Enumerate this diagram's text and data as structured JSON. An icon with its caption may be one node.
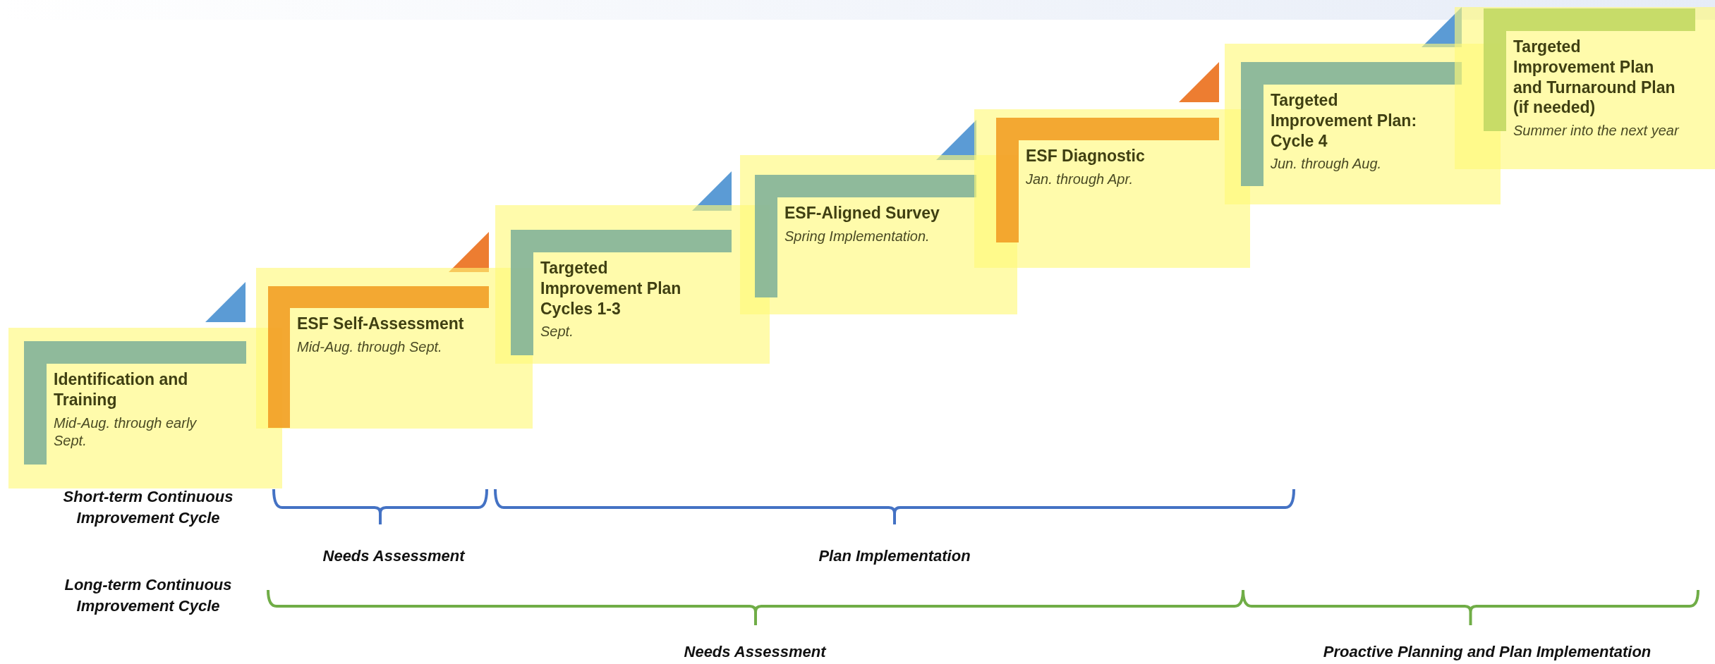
{
  "diagram": {
    "nodes": [
      {
        "text": [
          "Identification and Training",
          "Mid-Aug. through early Sept."
        ]
      },
      {
        "text": [
          "ESF Self-Assessment",
          "Mid-Aug. through Sept."
        ]
      },
      {
        "text": [
          "Targeted Improvement Plan Cycles 1-3",
          "Sept."
        ]
      },
      {
        "text": [
          "ESF-Aligned Survey",
          "Spring Implementation."
        ]
      },
      {
        "text": [
          "ESF Diagnostic",
          "Jan. through Apr."
        ]
      },
      {
        "text": [
          "Targeted Improvement Plan: Cycle 4",
          "Jun. through Aug."
        ]
      },
      {
        "text": [
          "Targeted Improvement Plan and Turnaround Plan (if needed)",
          "Summer into the next year"
        ]
      }
    ],
    "labels": [
      "Short-term Continuous Improvement Cycle",
      "Needs Assessment",
      "Plan Implementation",
      "Long-term Continuous Improvement Cycle",
      "Needs Assessment",
      "Proactive Planning and Plan Implementation"
    ]
  }
}
